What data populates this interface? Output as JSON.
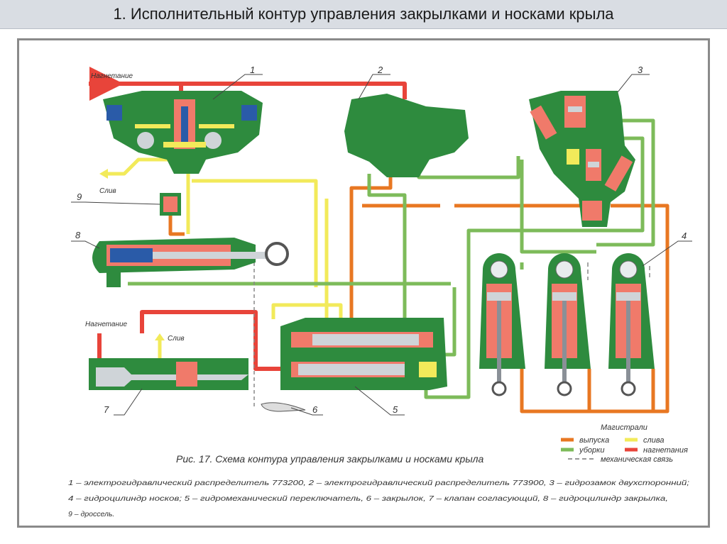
{
  "header": {
    "title": "1. Исполнительный контур управления закрылками и носками крыла"
  },
  "diagram": {
    "labels": {
      "pressure_top": "Нагнетание",
      "drain_top": "Слив",
      "pressure_bottom": "Нагнетание",
      "drain_bottom": "Слив"
    },
    "components": [
      "1",
      "2",
      "3",
      "4",
      "5",
      "6",
      "7",
      "8",
      "9"
    ],
    "legend": {
      "title": "Магистрали",
      "items": [
        {
          "label": "выпуска",
          "color": "#e87722"
        },
        {
          "label": "слива",
          "color": "#f2ea5a"
        },
        {
          "label": "уборки",
          "color": "#7dbb5a"
        },
        {
          "label": "нагнетания",
          "color": "#e8443a"
        }
      ],
      "mech": "механическая связь"
    },
    "caption": "Рис. 17. Схема контура управления закрылками и носками крыла",
    "notes": [
      "1 – электрогидравлический распределитель 773200, 2 – электрогидравлический распределитель 773900, 3 – гидрозамок двухсторонний;",
      "4 – гидроцилиндр носков; 5 – гидромеханический переключатель, 6 – закрылок, 7 – клапан согласующий, 8 – гидроцилиндр закрылка,",
      "9 – дроссель."
    ]
  },
  "colors": {
    "body": "#2e8b3e",
    "pressure": "#e8443a",
    "extend": "#e87722",
    "drain": "#f2ea5a",
    "retract": "#7dbb5a",
    "chamber": "#f07a6a"
  }
}
